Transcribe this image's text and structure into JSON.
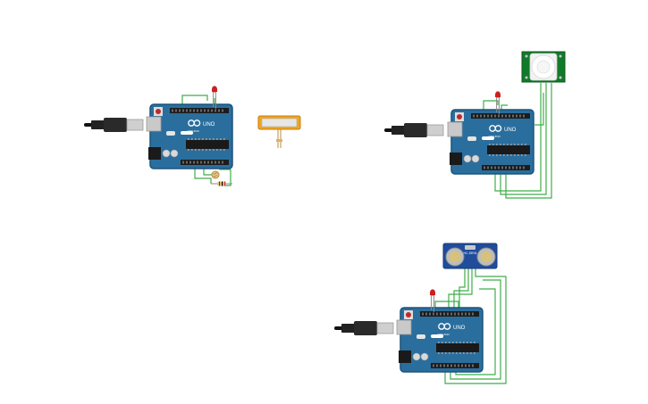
{
  "circuits": [
    {
      "name": "ldr-circuit",
      "board": {
        "model_label": "UNO",
        "brand_label": "ARDUINO"
      },
      "parts": [
        "usb-cable",
        "red-led",
        "photoresistor",
        "breadboard-small"
      ]
    },
    {
      "name": "pir-circuit",
      "board": {
        "model_label": "UNO",
        "brand_label": "ARDUINO"
      },
      "parts": [
        "usb-cable",
        "red-led",
        "pir-sensor"
      ]
    },
    {
      "name": "ultrasonic-circuit",
      "board": {
        "model_label": "UNO",
        "brand_label": "ARDUINO"
      },
      "parts": [
        "usb-cable",
        "red-led",
        "ultrasonic-sensor"
      ],
      "sensor_label": "HC-SR04"
    }
  ],
  "colors": {
    "board": "#2a6e9e",
    "board_edge": "#1d5479",
    "wire": "#3fae49",
    "led": "#cc1f1f",
    "pir_pcb": "#117a2a",
    "ultrasonic_pcb": "#1f4d9c",
    "breadboard": "#f2a51f"
  }
}
